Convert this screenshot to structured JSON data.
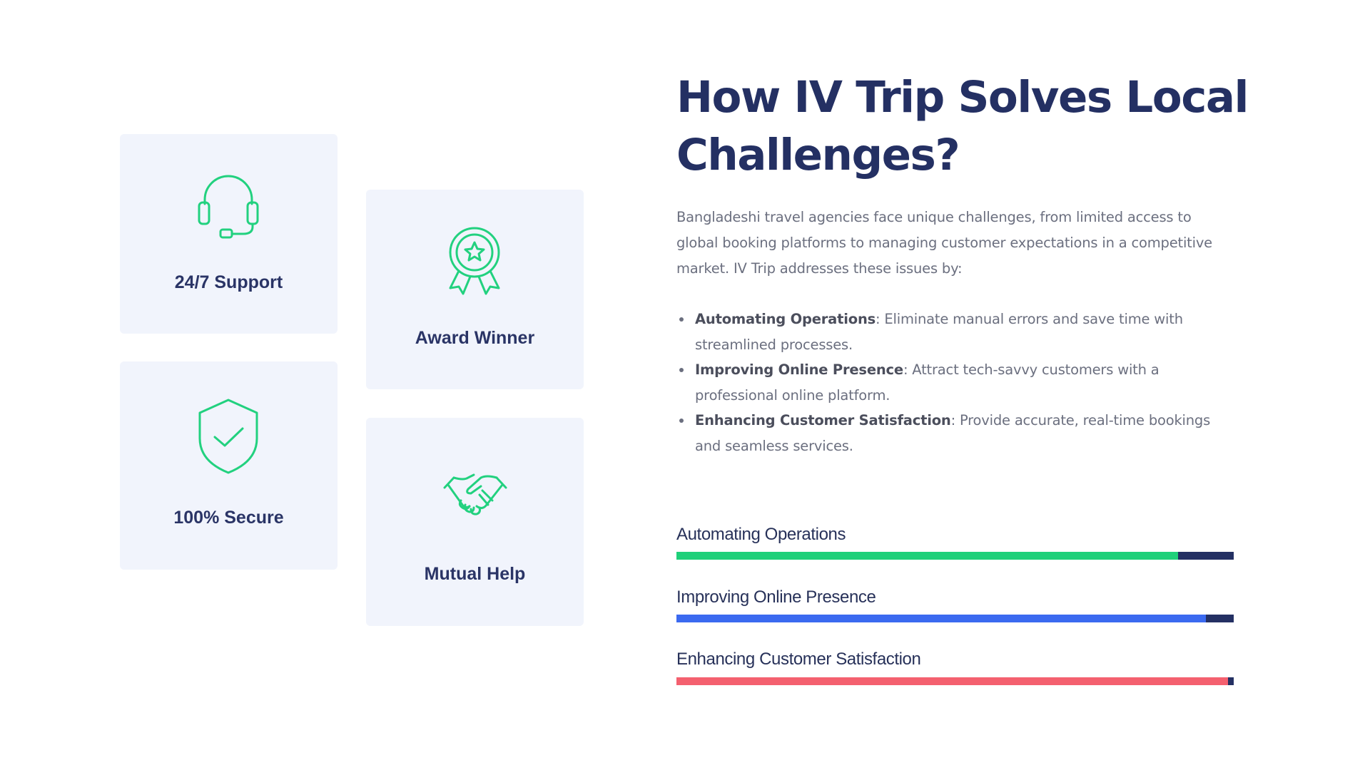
{
  "cards": [
    {
      "label": "24/7 Support",
      "icon": "headset-icon"
    },
    {
      "label": "Award Winner",
      "icon": "award-ribbon-icon"
    },
    {
      "label": "100% Secure",
      "icon": "shield-check-icon"
    },
    {
      "label": "Mutual Help",
      "icon": "handshake-icon"
    }
  ],
  "heading": {
    "line1": "How IV Trip Solves Local",
    "line2": "Challenges?"
  },
  "intro": "Bangladeshi travel agencies face unique challenges, from limited access to global booking platforms to managing customer expectations in a competitive market. IV Trip addresses these issues by:",
  "bullets": [
    {
      "title": "Automating Operations",
      "text": ": Eliminate manual errors and save time with streamlined processes."
    },
    {
      "title": "Improving Online Presence",
      "text": ": Attract tech-savvy customers with a professional online platform."
    },
    {
      "title": "Enhancing Customer Satisfaction",
      "text": ": Provide accurate, real-time bookings and seamless services."
    }
  ],
  "progress": [
    {
      "label": "Automating Operations",
      "percent": 90,
      "color": "#1fd07a"
    },
    {
      "label": "Improving Online Presence",
      "percent": 95,
      "color": "#3b6af0"
    },
    {
      "label": "Enhancing Customer Satisfaction",
      "percent": 99,
      "color": "#f4606f"
    }
  ],
  "colors": {
    "icon": "#22d17f",
    "track": "#243063"
  }
}
